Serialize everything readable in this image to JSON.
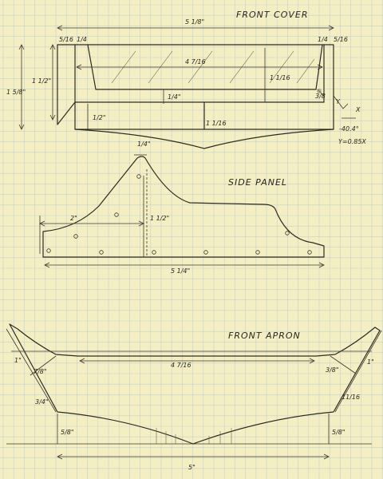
{
  "front_cover": {
    "title": "FRONT COVER",
    "overall_width": "5 1/8\"",
    "inner_width": "4 7/16",
    "left_edge": "5/16",
    "left_inner": "1/4",
    "right_inner": "1/4",
    "right_edge": "5/16",
    "outer_height": "1 5/8\"",
    "mid_height": "1 1/2\"",
    "window_height": "1 1/16",
    "lip": "1/4\"",
    "bottom_left": "1/2\"",
    "bottom_center": "1 1/16",
    "angle_note": "3/8",
    "formula_y": "Y",
    "formula_x": "X",
    "formula_angle": "-40.4°",
    "formula_eq": "Y=0.85X"
  },
  "side_panel": {
    "title": "SIDE PANEL",
    "top_width": "1/4\"",
    "offset": "2\"",
    "peak_height": "1 1/2\"",
    "overall_width": "5 1/4\""
  },
  "front_apron": {
    "title": "FRONT APRON",
    "top_width": "4 7/16",
    "left_slope": "1\"",
    "left_top": "7/8\"",
    "left_side": "3/4\"",
    "left_base": "5/8\"",
    "right_top": "3/8\"",
    "right_slope": "1\"",
    "right_side": "11/16",
    "right_base": "5/8\"",
    "bottom_width": "5\""
  }
}
